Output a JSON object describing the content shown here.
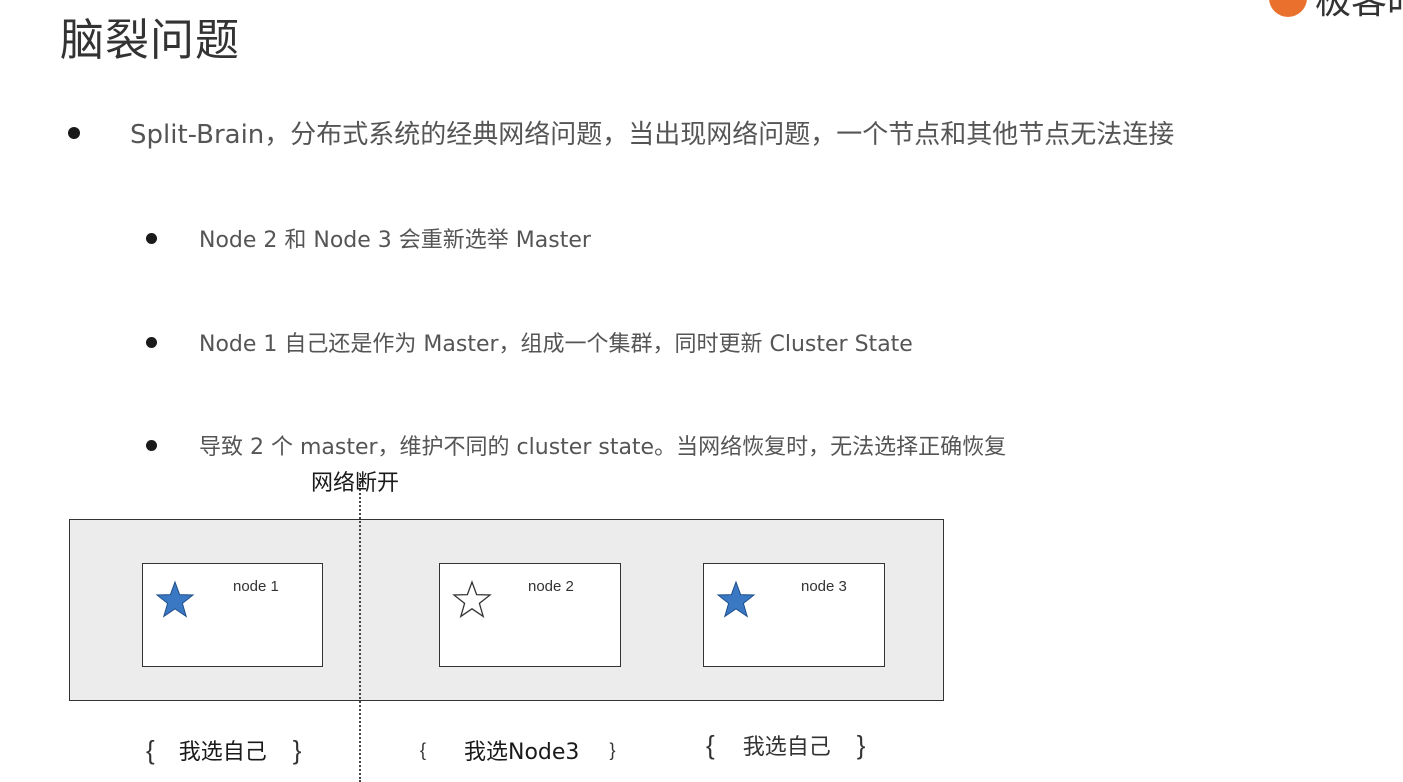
{
  "header": {
    "title": "脑裂问题",
    "logo_text": "极客时"
  },
  "bullets": {
    "main": "Split-Brain，分布式系统的经典网络问题，当出现网络问题，一个节点和其他节点无法连接",
    "sub": [
      "Node 2 和 Node 3 会重新选举 Master",
      "Node 1 自己还是作为 Master，组成一个集群，同时更新 Cluster State",
      "导致 2 个 master，维护不同的 cluster state。当网络恢复时，无法选择正确恢复"
    ]
  },
  "diagram": {
    "network_label": "网络断开",
    "nodes": [
      {
        "label": "node 1",
        "star": "filled-star-icon"
      },
      {
        "label": "node 2",
        "star": "outline-star-icon"
      },
      {
        "label": "node 3",
        "star": "filled-star-icon"
      }
    ],
    "votes": [
      {
        "open": "{",
        "text": "我选自己",
        "close": "}"
      },
      {
        "open": "{",
        "text": "我选Node3",
        "close": "}"
      },
      {
        "open": "{",
        "text": "我选自己",
        "close": "}"
      }
    ],
    "colors": {
      "star_fill": "#3a78c3",
      "cluster_bg": "#ececec",
      "logo_accent": "#e9712d"
    }
  }
}
